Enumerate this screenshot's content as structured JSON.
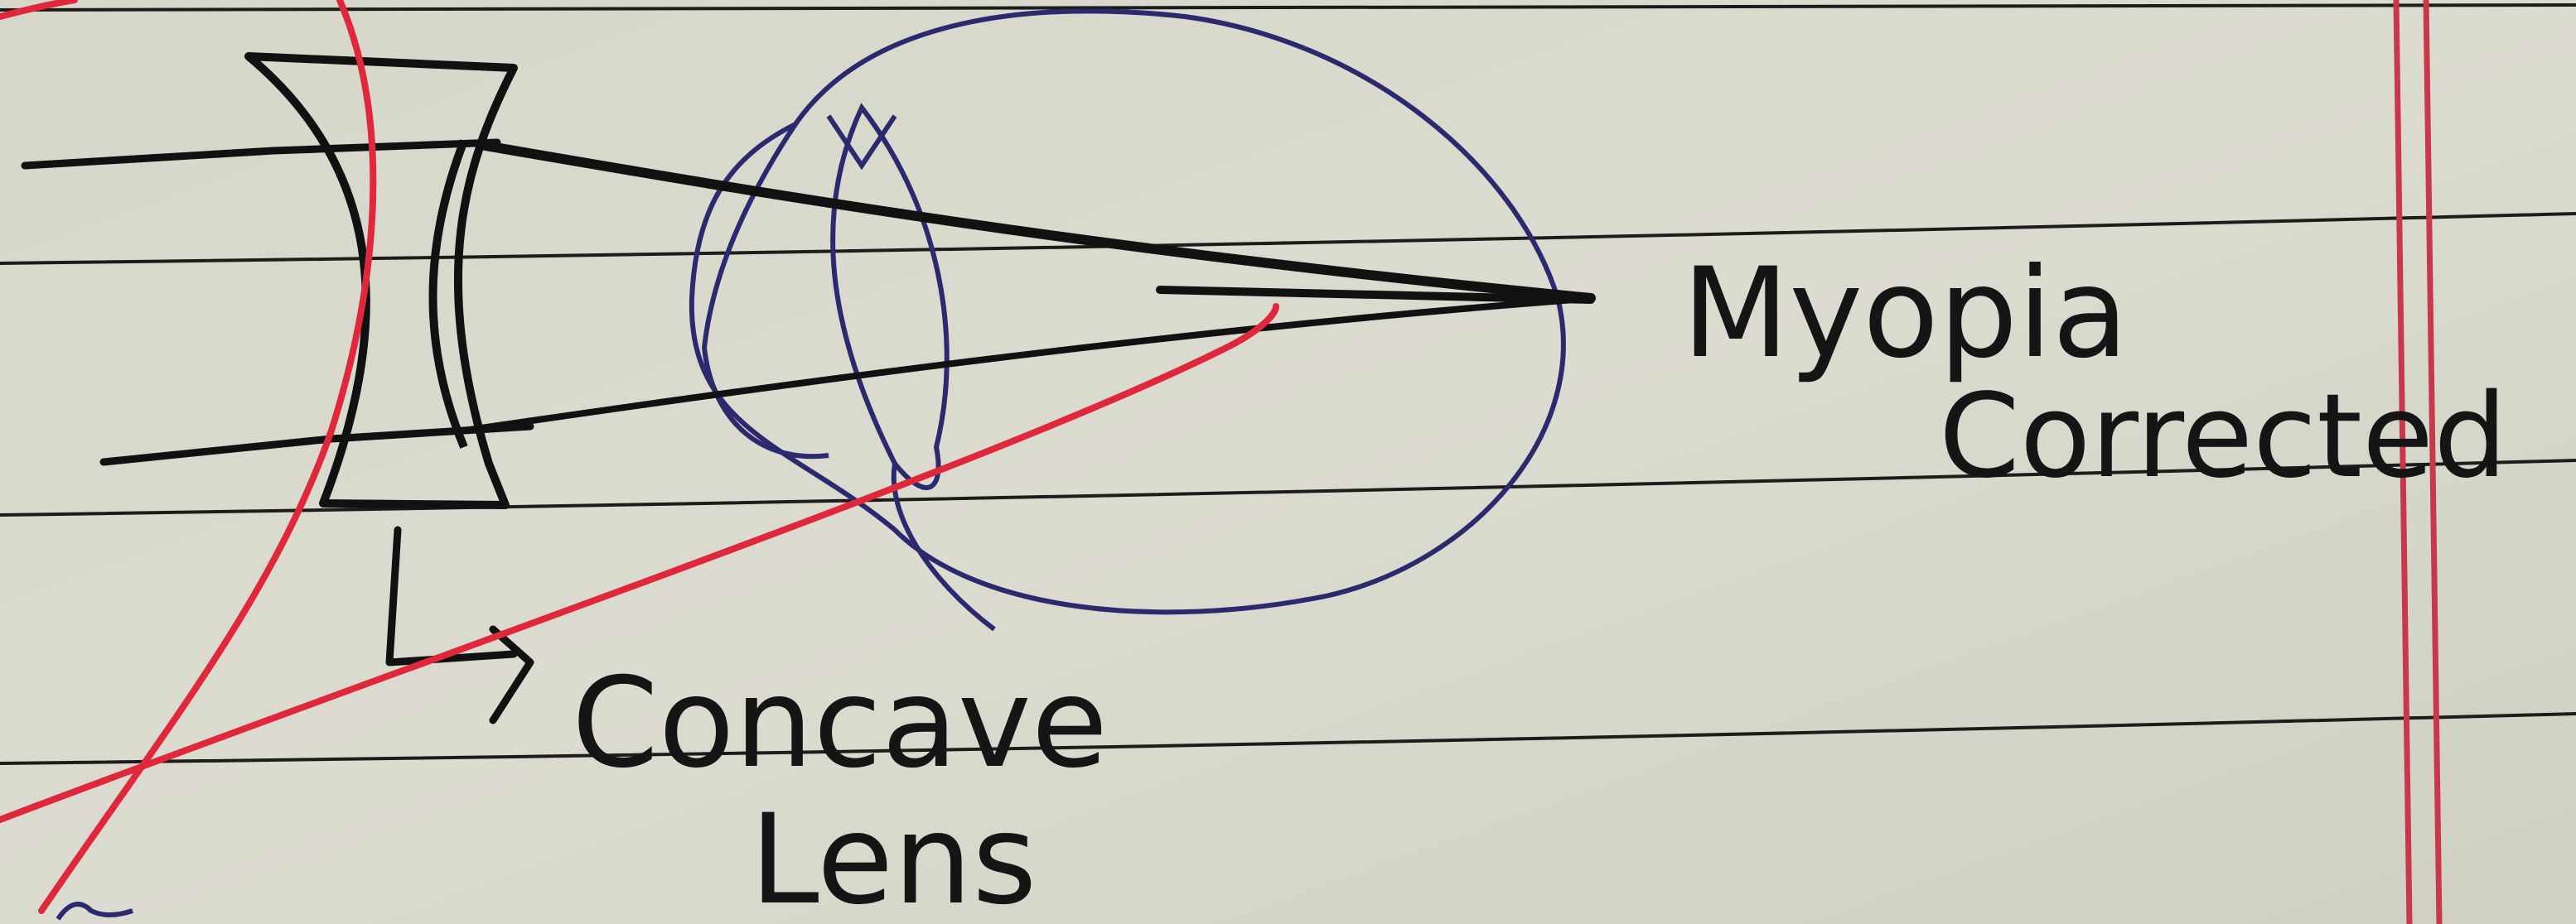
{
  "labels": {
    "condition": "Myopia",
    "status": "Corrected",
    "lens_line1": "Concave",
    "lens_line2": "Lens"
  },
  "colors": {
    "paper": "#d9d8cc",
    "rule_line": "#1c1c1c",
    "margin_line": "#c8374a",
    "eye_ink": "#2b2a6e",
    "ray_ink": "#111111",
    "red_mark": "#e0283c"
  }
}
